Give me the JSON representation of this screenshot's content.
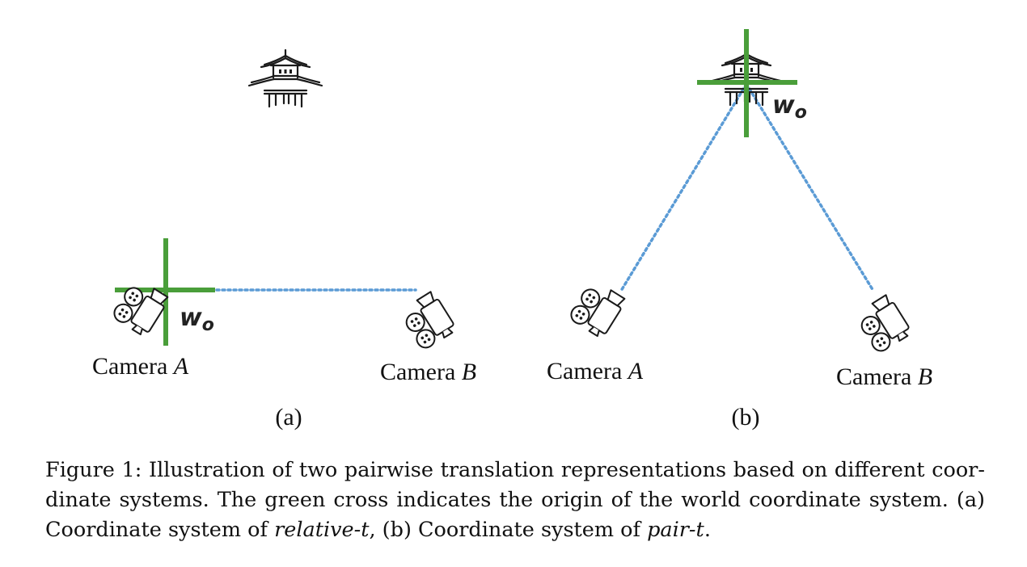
{
  "panel_a": {
    "camera_a_label": "Camera ",
    "camera_a_letter": "A",
    "camera_b_label": "Camera ",
    "camera_b_letter": "B",
    "origin_label_main": "w",
    "origin_label_sub": "o",
    "sub_label": "(a)"
  },
  "panel_b": {
    "camera_a_label": "Camera ",
    "camera_a_letter": "A",
    "camera_b_label": "Camera ",
    "camera_b_letter": "B",
    "origin_label_main": "w",
    "origin_label_sub": "o",
    "sub_label": "(b)"
  },
  "colors": {
    "origin_cross": "#4a9e3a",
    "translation_line": "#5b9bd5",
    "icon_stroke": "#1a1a1a"
  },
  "caption": {
    "line1": "Figure 1: Illustration of two pairwise translation representations based on different coor-",
    "line2": "dinate systems. The green cross indicates the origin of the world coordinate system. (a)",
    "line3_a": "Coordinate system of ",
    "line3_italic1": "relative-t",
    "line3_b": ", (b) Coordinate system of ",
    "line3_italic2": "pair-t",
    "line3_c": "."
  }
}
